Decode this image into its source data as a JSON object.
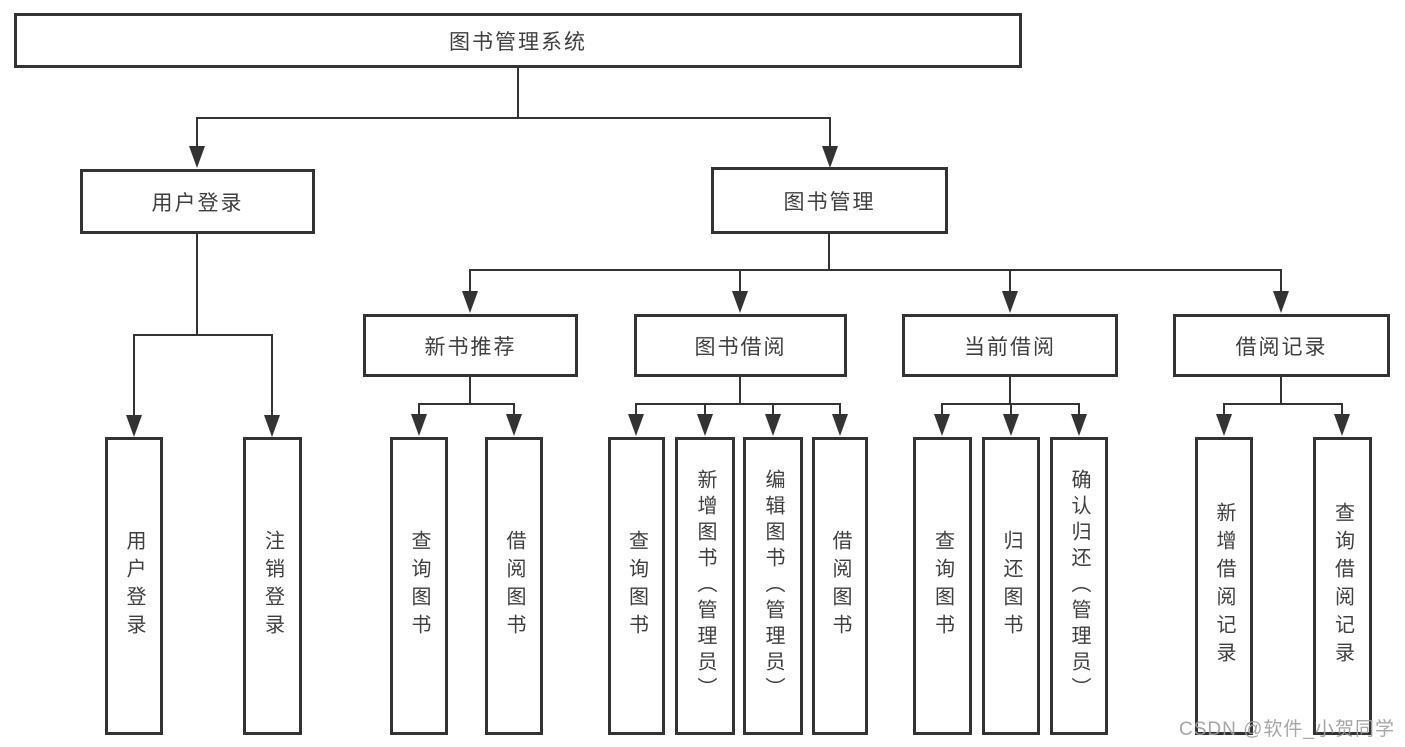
{
  "tree": {
    "root": {
      "label": "图书管理系统"
    },
    "children": [
      {
        "label": "用户登录",
        "children": [
          {
            "label": "用户登录"
          },
          {
            "label": "注销登录"
          }
        ]
      },
      {
        "label": "图书管理",
        "children": [
          {
            "label": "新书推荐",
            "children": [
              {
                "label": "查询图书"
              },
              {
                "label": "借阅图书"
              }
            ]
          },
          {
            "label": "图书借阅",
            "children": [
              {
                "label": "查询图书"
              },
              {
                "label": "新增图书（管理员）"
              },
              {
                "label": "编辑图书（管理员）"
              },
              {
                "label": "借阅图书"
              }
            ]
          },
          {
            "label": "当前借阅",
            "children": [
              {
                "label": "查询图书"
              },
              {
                "label": "归还图书"
              },
              {
                "label": "确认归还（管理员）"
              }
            ]
          },
          {
            "label": "借阅记录",
            "children": [
              {
                "label": "新增借阅记录"
              },
              {
                "label": "查询借阅记录"
              }
            ]
          }
        ]
      }
    ]
  },
  "watermark": {
    "text": "CSDN @软件_小贺同学"
  },
  "colors": {
    "line": "#333333",
    "text": "#3f3f3f",
    "background": "#ffffff",
    "watermark": "#9e9e9e"
  }
}
